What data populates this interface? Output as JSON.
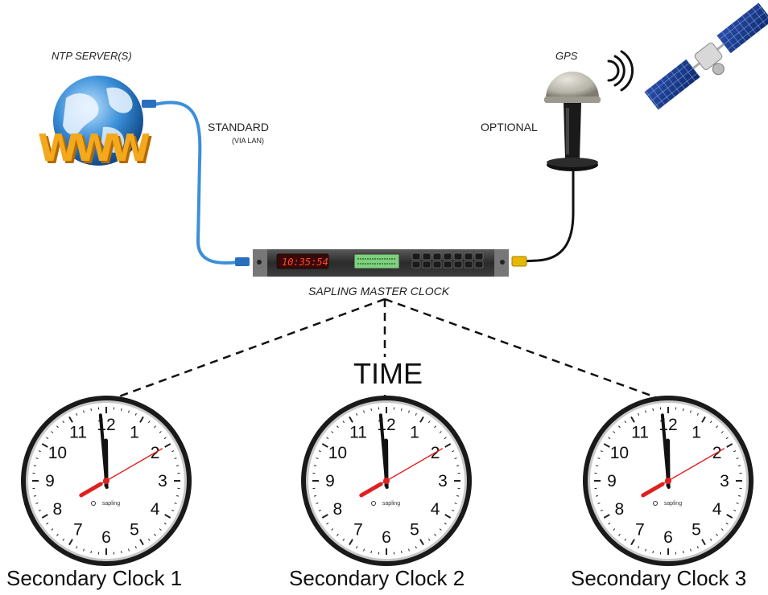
{
  "labels": {
    "ntp_server": "NTP SERVER(S)",
    "standard": "STANDARD",
    "via_lan": "(VIA LAN)",
    "optional": "OPTIONAL",
    "gps": "GPS",
    "master_clock": "SAPLING MASTER CLOCK",
    "time": "TIME"
  },
  "www_text": "WWW",
  "master_display": {
    "led_time": "10:35:54",
    "brand": "sapling"
  },
  "clock_face": {
    "numbers": [
      "12",
      "1",
      "2",
      "3",
      "4",
      "5",
      "6",
      "7",
      "8",
      "9",
      "10",
      "11"
    ],
    "brand": "sapling",
    "time_shown": "11:59:10"
  },
  "clocks": [
    {
      "label": "Secondary Clock 1"
    },
    {
      "label": "Secondary Clock 2"
    },
    {
      "label": "Secondary Clock 3"
    }
  ],
  "colors": {
    "cable_lan": "#3d8fd8",
    "cable_gps": "#111111",
    "second_hand": "#e02020",
    "led_display": "#ff4a2a",
    "lcd_display": "#7fd07f",
    "www_letters": "#f4a81c"
  },
  "icons": [
    "globe-icon",
    "satellite-icon",
    "gps-antenna-icon",
    "signal-waves-icon"
  ]
}
